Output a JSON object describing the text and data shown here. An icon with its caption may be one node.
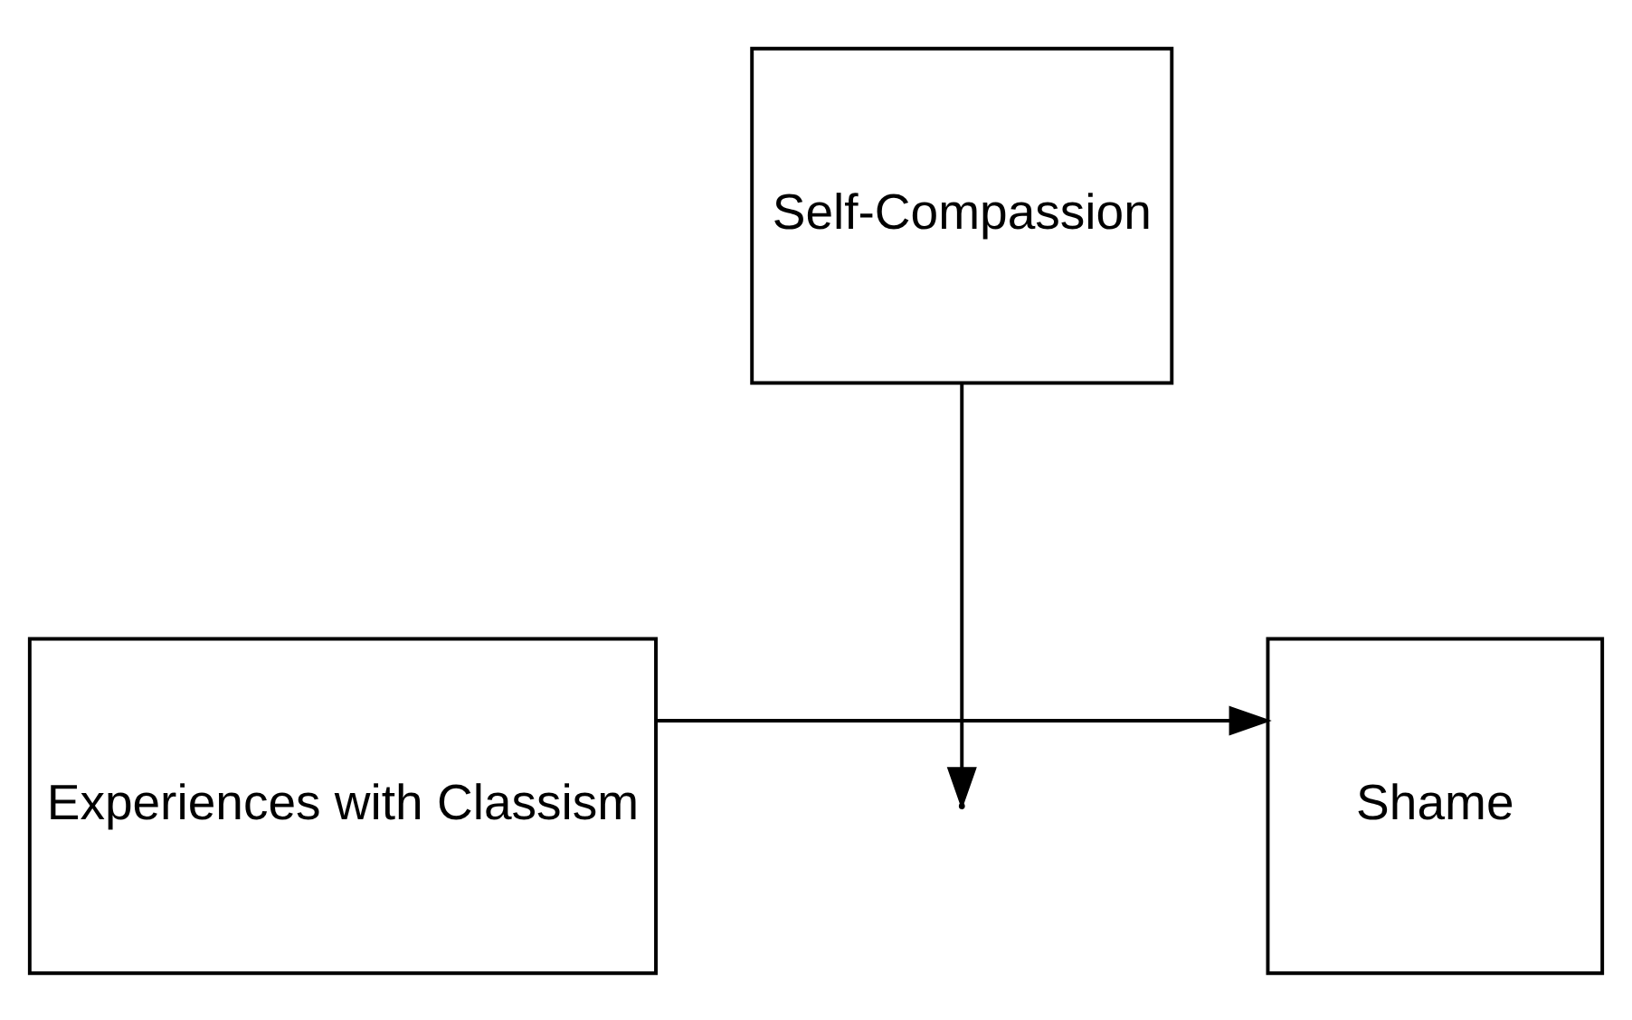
{
  "diagram": {
    "nodes": [
      {
        "text": [
          "Self-Compassion"
        ]
      },
      {
        "text": [
          "Experiences with Classism"
        ]
      },
      {
        "text": [
          "Shame"
        ]
      }
    ],
    "edges": [
      {
        "from": 0,
        "to": null,
        "arrow": "to"
      },
      {
        "from": 1,
        "to": 2,
        "arrow": "to"
      }
    ]
  }
}
